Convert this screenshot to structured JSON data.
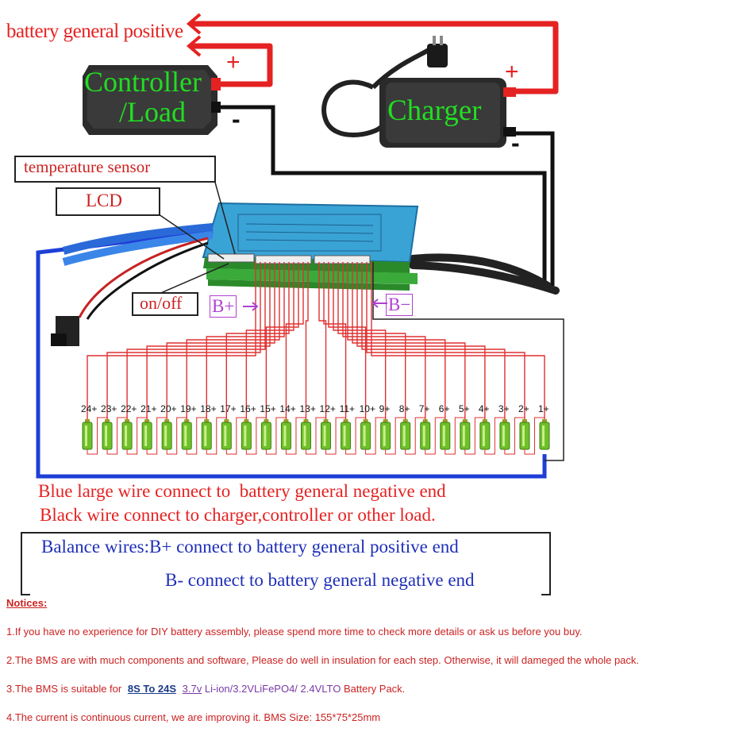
{
  "labels": {
    "battery_general_positive": "battery general positive",
    "controller_line1": "Controller",
    "controller_line2": "/Load",
    "charger": "Charger",
    "plus": "+",
    "minus": "-",
    "temperature_sensor": "temperature sensor",
    "lcd": "LCD",
    "on_off": "on/off",
    "b_plus": "B+",
    "b_minus": "B−"
  },
  "cells": [
    "24+",
    "23+",
    "22+",
    "21+",
    "20+",
    "19+",
    "18+",
    "17+",
    "16+",
    "15+",
    "14+",
    "13+",
    "12+",
    "11+",
    "10+",
    "9+",
    "8+",
    "7+",
    "6+",
    "5+",
    "4+",
    "3+",
    "2+",
    "1+"
  ],
  "wiring_notes": {
    "line1_a": "Blue large wire connect to",
    "line1_b": "battery general negative end",
    "line2": "Black wire connect to charger,controller or other load."
  },
  "balance": {
    "line1": "Balance wires:B+ connect to battery general positive end",
    "line2": "B-  connect to battery general negative end"
  },
  "notices": {
    "title": "Notices:",
    "item1": "1.If you have no experience for DIY battery assembly, please spend more time to check more details or ask us before you buy.",
    "item2": "2.The BMS are with much components and software, Please do well in insulation for each step. Otherwise, it will dameged the whole pack.",
    "item3_prefix": "3.The BMS is suitable for ",
    "item3_range": "8S To 24S",
    "item3_voltage": "3.7v",
    "item3_chem": "Li-ion/3.2VLiFePO4/ 2.4VLTO",
    "item3_suffix": " Battery Pack.",
    "item4": "4.The current is continuous current, we are improving it. BMS Size: 155*75*25mm"
  },
  "colors": {
    "red": "#e52222",
    "blue": "#1e3fd6",
    "green": "#22dd22",
    "purple": "#b040d0",
    "black": "#111111",
    "navy": "#1a3a8a"
  }
}
